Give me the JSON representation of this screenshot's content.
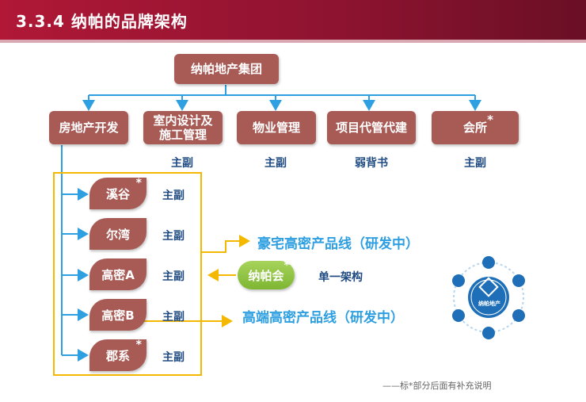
{
  "header": {
    "title": "3.3.4  纳帕的品牌架构"
  },
  "root": {
    "label": "纳帕地产集团"
  },
  "divisions": [
    {
      "label": "房地产开发"
    },
    {
      "label": "室内设计及施工管理",
      "line1": "室内设计及",
      "line2": "施工管理",
      "sub": "主副"
    },
    {
      "label": "物业管理",
      "sub": "主副"
    },
    {
      "label": "项目代管代建",
      "sub": "弱背书"
    },
    {
      "label": "会所",
      "star": "*",
      "sub": "主副"
    }
  ],
  "projects": [
    {
      "label": "溪谷",
      "star": "*",
      "sub": "主副"
    },
    {
      "label": "尔湾",
      "sub": "主副"
    },
    {
      "label": "高密A",
      "sub": "主副"
    },
    {
      "label": "高密B",
      "sub": "主副"
    },
    {
      "label": "郡系",
      "star": "*",
      "sub": "主副"
    }
  ],
  "product_lines": {
    "luxury": "豪宅高密产品线（研发中）",
    "highend": "高端高密产品线（研发中）"
  },
  "club": {
    "label": "纳帕会",
    "star": "*",
    "architecture": "单一架构"
  },
  "logo": {
    "name": "纳帕地产"
  },
  "footnote": "——标*部分后面有补充说明",
  "colors": {
    "header": "#9a1532",
    "box": "#a85a55",
    "connector": "#2e9fe0",
    "bracket": "#f5b800",
    "club": "#8cc63f",
    "label": "#1f4b82"
  }
}
